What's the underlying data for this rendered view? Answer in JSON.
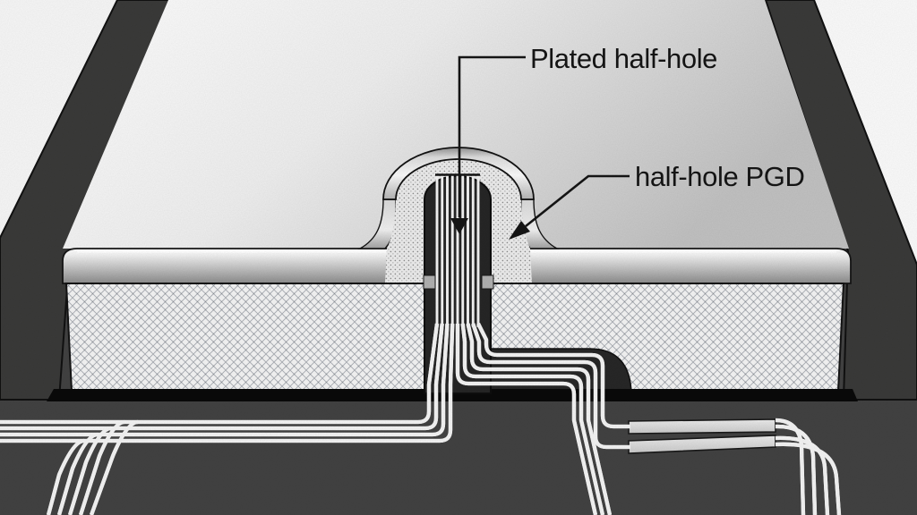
{
  "figure": {
    "type": "PCB castellated half-hole illustration",
    "labels": {
      "plated_half_hole": "Plated half-hole",
      "half_hole_pgd": "half-hole PGD"
    },
    "annotations": [
      {
        "text": "Plated half-hole",
        "points_to": "striped plating inside the half-hole barrel"
      },
      {
        "text": "half-hole PGD",
        "points_to": "stippled pad ring surrounding the half-hole"
      }
    ],
    "colors": {
      "background": "#424242",
      "panel_gap": "#3a3a39",
      "board_top": "#e9e9e9",
      "metal_layer": "#c9c9c9",
      "substrate": "#f2f2f2",
      "hole_dark": "#262626",
      "trace_white": "#f3f3f3",
      "pad_gray": "#d9d9d9",
      "line_black": "#141414"
    },
    "counts": {
      "hole_plating_stripes": 9,
      "left_horizontal_traces": 4,
      "left_diagonal_traces": 5,
      "right_traces": 5,
      "pads": 2,
      "pad_exit_traces": 4
    }
  }
}
